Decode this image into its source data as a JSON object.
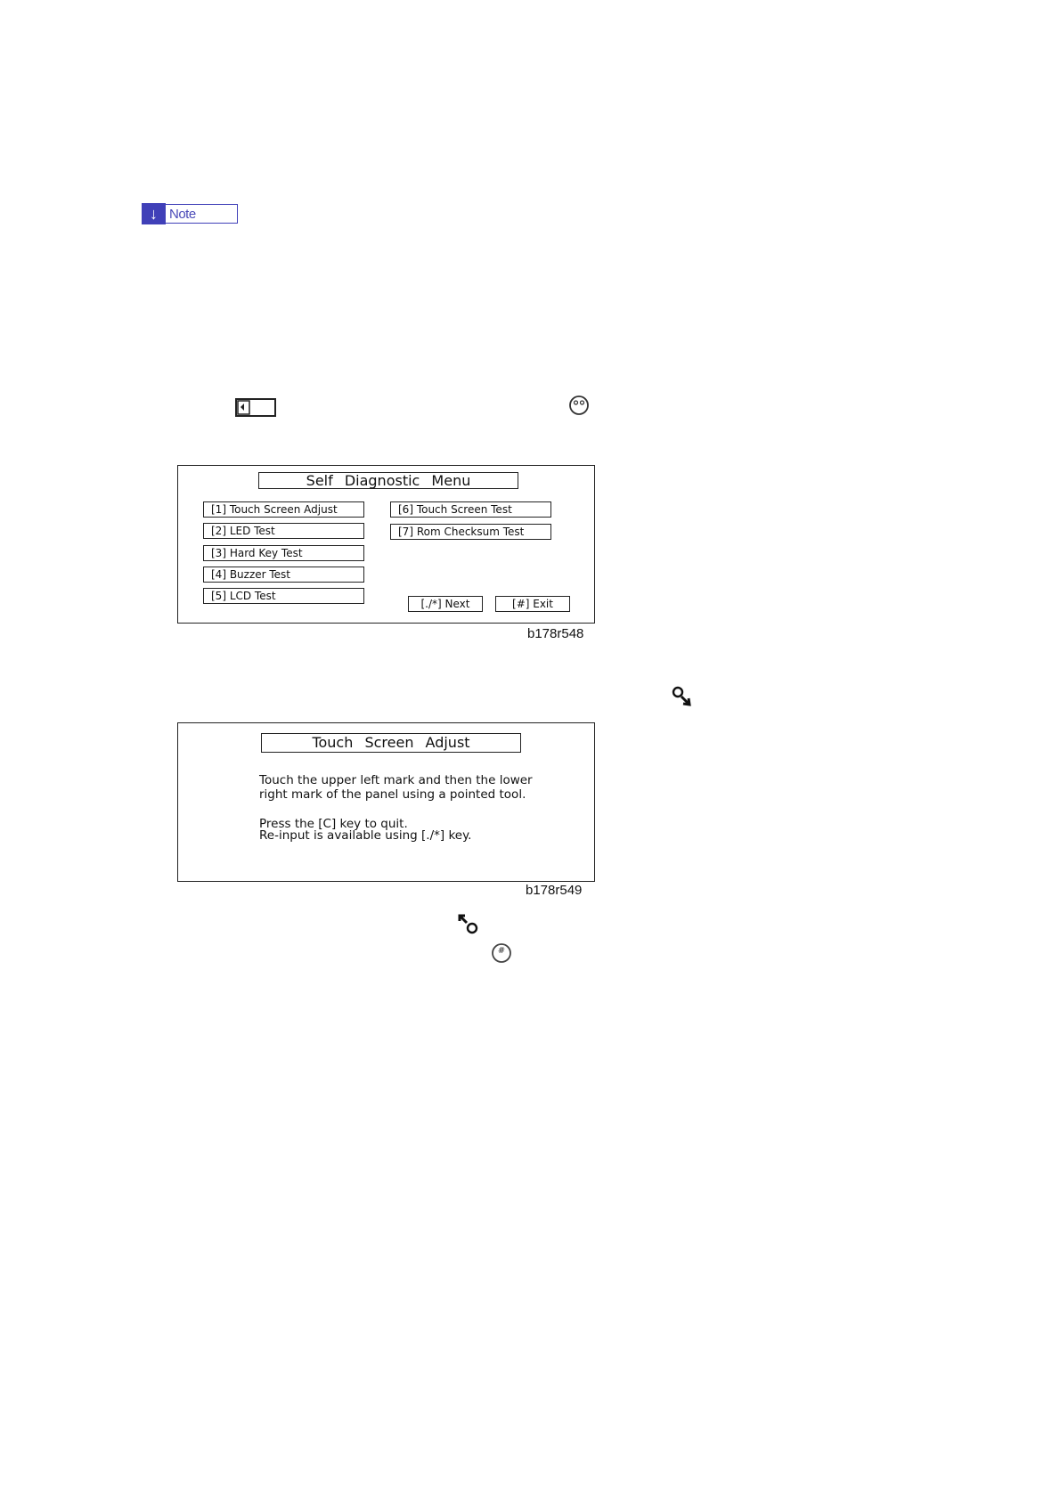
{
  "note": {
    "label": "Note",
    "icon": "down-arrow-icon",
    "color": "#4040b8"
  },
  "inline_icons": {
    "key_icon_1": "rectangle-key-icon",
    "key_icon_2": "round-key-icon",
    "key_icon_3": "pointer-icon",
    "key_icon_4": "pointer-circle-icon",
    "key_icon_5": "hash-key-icon"
  },
  "self_diagnostic": {
    "title": "Self   Diagnostic   Menu",
    "left_items": [
      "[1] Touch Screen Adjust",
      "[2] LED Test",
      "[3] Hard Key Test",
      "[4] Buzzer Test",
      "[5] LCD Test"
    ],
    "right_items": [
      "[6] Touch Screen Test",
      "[7] Rom Checksum Test"
    ],
    "next_label": "[./*] Next",
    "exit_label": "[#] Exit",
    "caption": "b178r548"
  },
  "touch_adjust": {
    "title": "Touch   Screen   Adjust",
    "line1": "Touch the  upper left mark and then the lower",
    "line2": "right mark of the panel using a pointed tool.",
    "line3": "Press the [C] key to quit.",
    "line4": "Re-input is available using [./*] key.",
    "caption": "b178r549"
  }
}
